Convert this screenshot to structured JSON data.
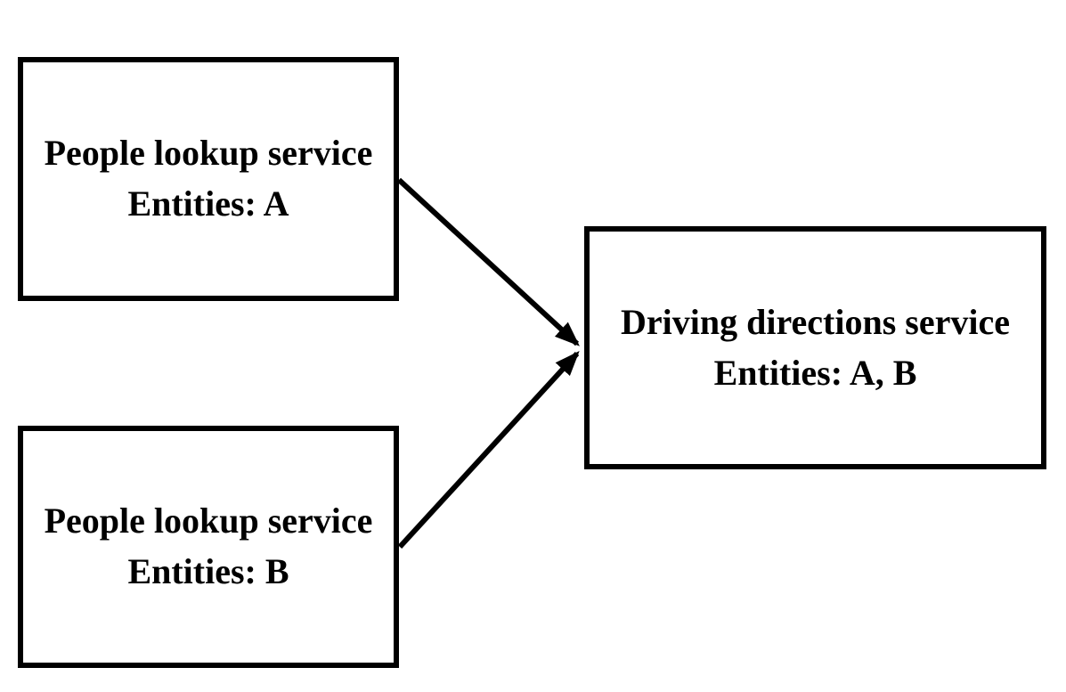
{
  "diagram": {
    "background_color": "#ffffff",
    "stroke_color": "#000000",
    "nodes": [
      {
        "id": "people-lookup-a",
        "title": "People lookup service",
        "subtitle": "Entities: A"
      },
      {
        "id": "people-lookup-b",
        "title": "People lookup service",
        "subtitle": "Entities: B"
      },
      {
        "id": "driving-directions",
        "title": "Driving directions service",
        "subtitle": "Entities: A, B"
      }
    ],
    "edges": [
      {
        "from": "people-lookup-a",
        "to": "driving-directions"
      },
      {
        "from": "people-lookup-b",
        "to": "driving-directions"
      }
    ]
  }
}
